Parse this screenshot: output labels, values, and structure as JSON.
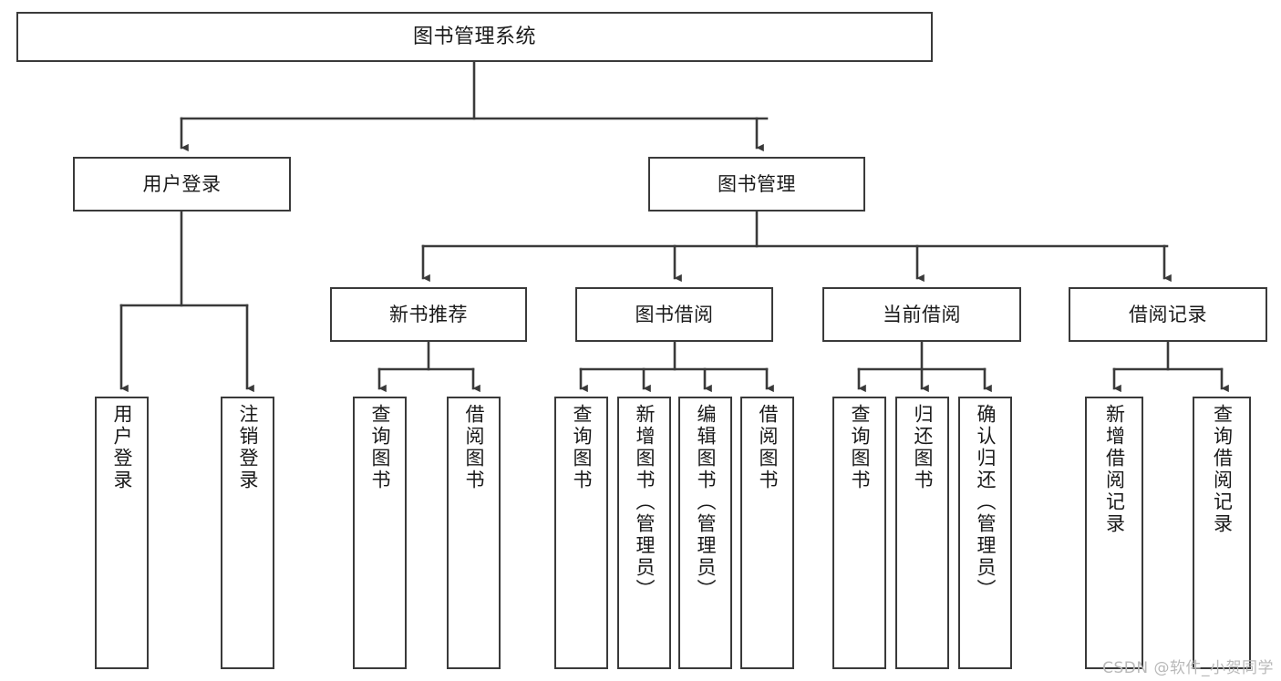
{
  "diagram": {
    "title": "图书管理系统",
    "type": "tree-hierarchy",
    "watermark": "CSDN @软件_小贺同学",
    "colors": {
      "stroke": "#3a3a3a",
      "fill": "#ffffff",
      "text": "#1a1a1a",
      "watermark": "#b9b9b9"
    },
    "nodes": {
      "root": {
        "label": "图书管理系统"
      },
      "level2": [
        {
          "id": "user-login",
          "label": "用户登录"
        },
        {
          "id": "book-manage",
          "label": "图书管理"
        }
      ],
      "level3": [
        {
          "id": "new-book-rec",
          "label": "新书推荐"
        },
        {
          "id": "book-borrow",
          "label": "图书借阅"
        },
        {
          "id": "current-borrow",
          "label": "当前借阅"
        },
        {
          "id": "borrow-record",
          "label": "借阅记录"
        }
      ],
      "leaves": {
        "user-login": [
          {
            "id": "leaf-user-login",
            "label": "用户登录"
          },
          {
            "id": "leaf-logout-login",
            "label": "注销登录"
          }
        ],
        "new-book-rec": [
          {
            "id": "leaf-query-book-1",
            "label": "查询图书"
          },
          {
            "id": "leaf-borrow-book-1",
            "label": "借阅图书"
          }
        ],
        "book-borrow": [
          {
            "id": "leaf-query-book-2",
            "label": "查询图书"
          },
          {
            "id": "leaf-add-book",
            "label": "新增图书（管理员）"
          },
          {
            "id": "leaf-edit-book",
            "label": "编辑图书（管理员）"
          },
          {
            "id": "leaf-borrow-book-2",
            "label": "借阅图书"
          }
        ],
        "current-borrow": [
          {
            "id": "leaf-query-book-3",
            "label": "查询图书"
          },
          {
            "id": "leaf-return-book",
            "label": "归还图书"
          },
          {
            "id": "leaf-confirm-return",
            "label": "确认归还（管理员）"
          }
        ],
        "borrow-record": [
          {
            "id": "leaf-add-record",
            "label": "新增借阅记录"
          },
          {
            "id": "leaf-query-record",
            "label": "查询借阅记录"
          }
        ]
      }
    }
  }
}
